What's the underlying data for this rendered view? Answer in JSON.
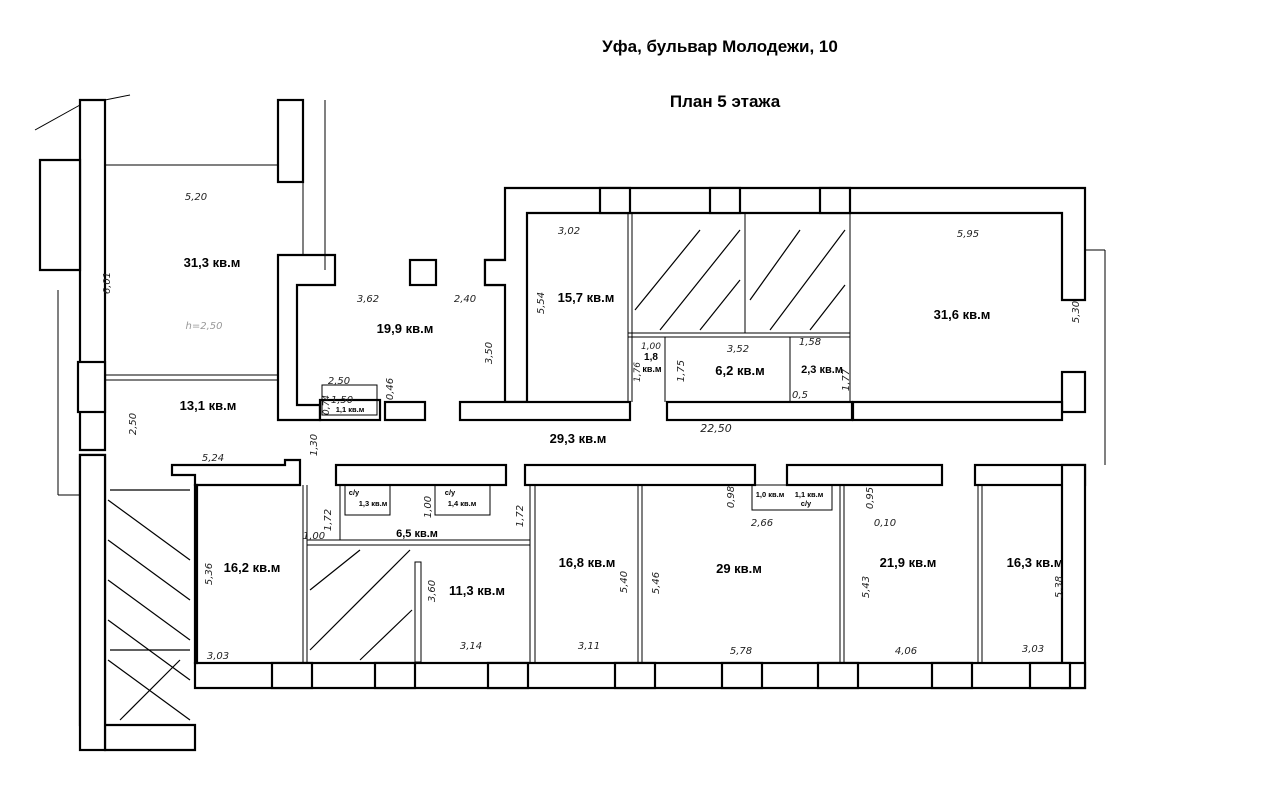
{
  "header": {
    "address": "Уфа, бульвар Молодежи, 10",
    "plan_title": "План  5 этажа"
  },
  "rooms": [
    "31,3 кв.м",
    "13,1 кв.м",
    "19,9 кв.м",
    "15,7 кв.м",
    "1,8",
    "кв.м",
    "6,2 кв.м",
    "2,3 кв.м",
    "31,6 кв.м",
    "29,3 кв.м",
    "1,1 кв.м",
    "с/у",
    "1,3 кв.м",
    "с/у",
    "1,4 кв.м",
    "6,5 кв.м",
    "16,2 кв.м",
    "11,3 кв.м",
    "16,8 кв.м",
    "29 кв.м",
    "1,0 кв.м",
    "1,1 кв.м",
    "с/у",
    "21,9 кв.м",
    "16,3 кв.м"
  ],
  "dimensions": [
    "5,20",
    "6,01",
    "h=2,50",
    "2,50",
    "5,24",
    "3,62",
    "2,40",
    "3,50",
    "2,50",
    "0,46",
    "0,74",
    "1,50",
    "1,30",
    "3,02",
    "5,54",
    "1,00",
    "1,76",
    "3,52",
    "1,75",
    "1,58",
    "0,5",
    "1,77",
    "5,95",
    "5,30",
    "22,50",
    "0,98",
    "2,66",
    "0,95",
    "0,10",
    "1,72",
    "1,00",
    "1,72",
    "1,00",
    "5,36",
    "3,60",
    "5,40",
    "5,46",
    "5,43",
    "5,38",
    "3,03",
    "3,14",
    "3,11",
    "5,78",
    "4,06",
    "3,03"
  ]
}
